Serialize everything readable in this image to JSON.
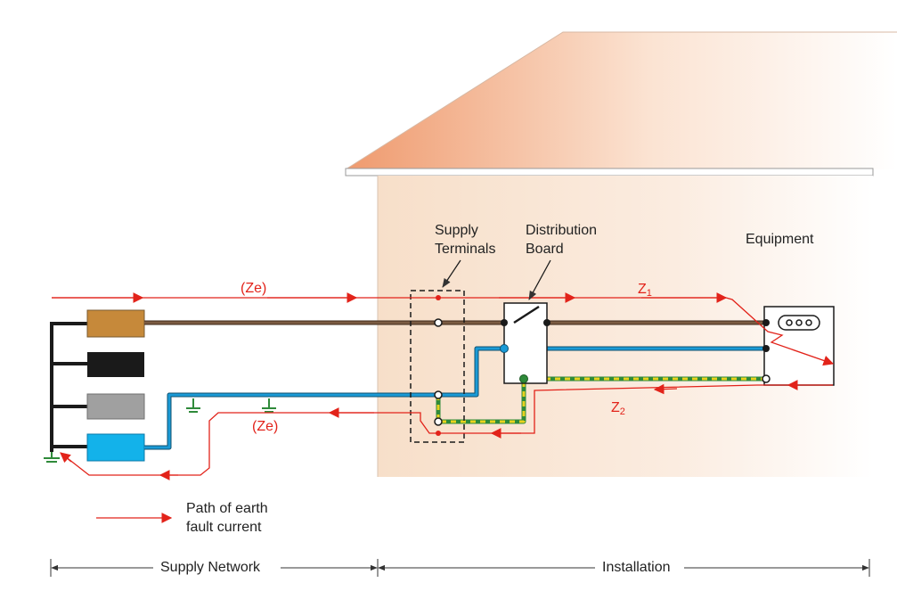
{
  "labels": {
    "supply_terminals": [
      "Supply",
      "Terminals"
    ],
    "distribution_board": [
      "Distribution",
      "Board"
    ],
    "equipment": "Equipment",
    "ze_top": "(Ze)",
    "ze_bottom": "(Ze)",
    "z1": "Z",
    "z1_sub": "1",
    "z2": "Z",
    "z2_sub": "2",
    "legend_fault": [
      "Path of earth",
      "fault current"
    ],
    "supply_network": "Supply Network",
    "installation": "Installation"
  },
  "colors": {
    "fault_path": "#e2231a",
    "line_conductor": "#6b4f3a",
    "neutral_conductor": "#1a9ad6",
    "earth_conductor": "#2f8a3a",
    "earth_stripe": "#e8d21e",
    "roof_dark": "#ef9a6e",
    "wall": "#f8e1cc",
    "source_brown": "#c6893a",
    "source_black": "#1a1a1a",
    "source_grey": "#a0a0a0",
    "source_blue": "#13b2ea"
  }
}
